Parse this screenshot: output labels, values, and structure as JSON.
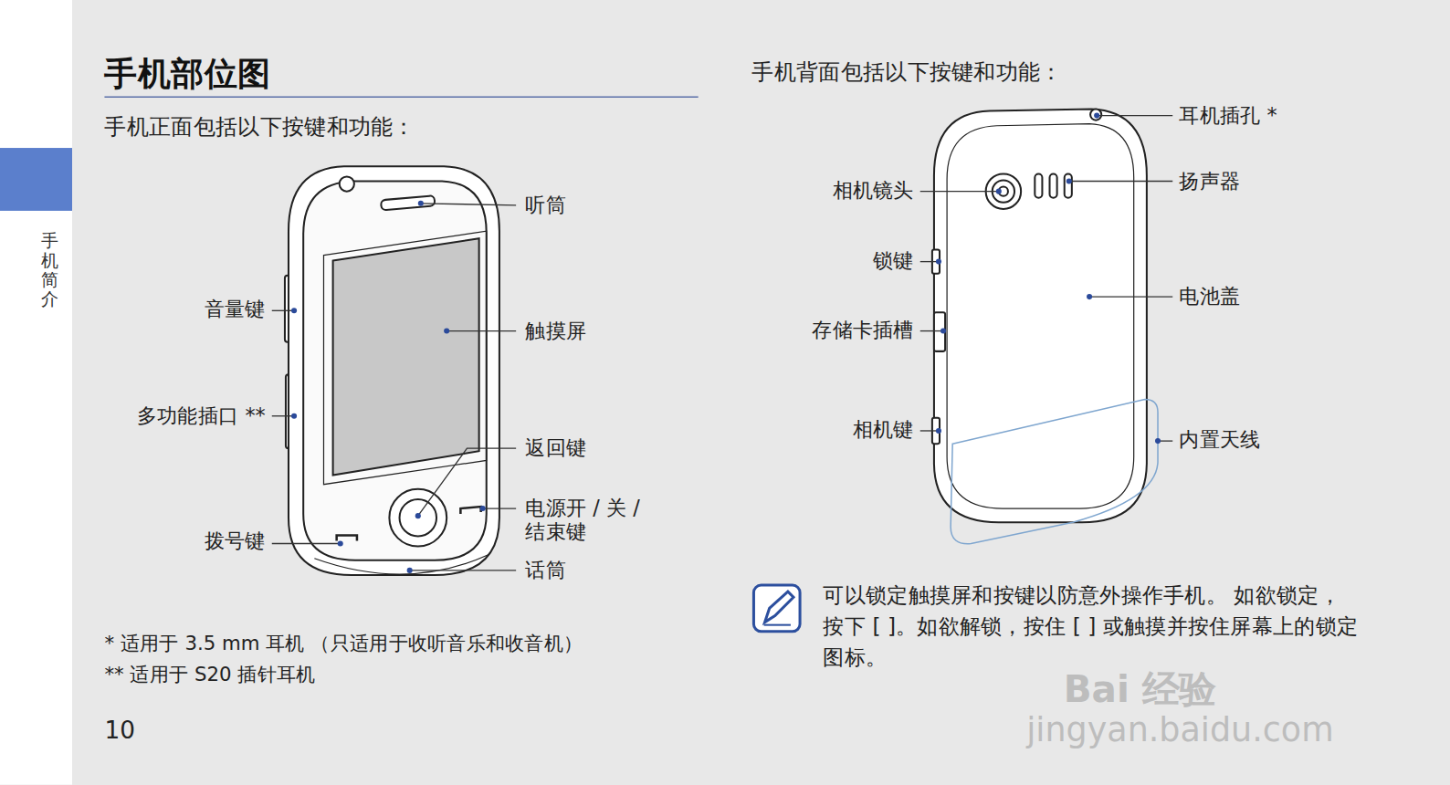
{
  "diagram": {
    "title": "手机部位图",
    "labels": [
      "手机正面包括以下按键和功能：",
      "听筒",
      "音量键",
      "触摸屏",
      "多功能插口 **",
      "返回键",
      "电源开 / 关 / 结束键",
      "拨号键",
      "话筒",
      "* 适用于 3.5 mm 耳机 （只适用于收听音乐和收音机）",
      "** 适用于 S20 插针耳机",
      "10",
      "手机简介",
      "手机背面包括以下按键和功能：",
      "耳机插孔 *",
      "相机镜头",
      "扬声器",
      "锁键",
      "电池盖",
      "存储卡插槽",
      "相机键",
      "内置天线",
      "可以锁定触摸屏和按键以防意外操作手机。 如欲锁定，按下 [ ]。如欲解锁，按住 [ ] 或触摸并按住屏幕上的锁定图标。",
      "Bai 经验",
      "jingyan.baidu.com"
    ]
  }
}
